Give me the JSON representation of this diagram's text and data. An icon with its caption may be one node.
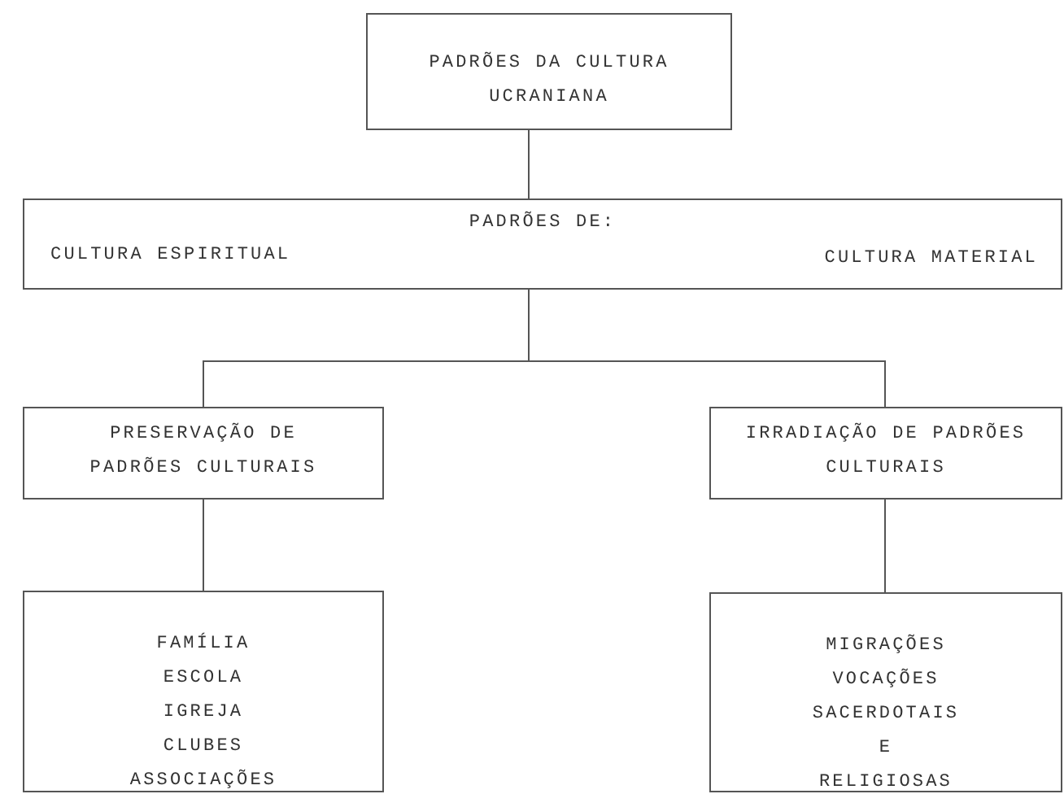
{
  "diagram": {
    "nodes": [
      {
        "text": [
          "PADRÕES DA CULTURA UCRANIANA"
        ]
      },
      {
        "text": [
          "PADRÕES DE:",
          "CULTURA ESPIRITUAL",
          "CULTURA MATERIAL"
        ]
      },
      {
        "text": [
          "PRESERVAÇÃO DE PADRÕES CULTURAIS"
        ]
      },
      {
        "text": [
          "IRRADIAÇÃO DE PADRÕES CULTURAIS"
        ]
      },
      {
        "text": [
          "FAMÍLIA",
          "ESCOLA",
          "IGREJA",
          "CLUBES",
          "ASSOCIAÇÕES"
        ]
      },
      {
        "text": [
          "MIGRAÇÕES",
          "VOCAÇÕES SACERDOTAIS E RELIGIOSAS"
        ]
      }
    ],
    "edges": [
      {
        "from": 0,
        "to": 1,
        "arrow": "none"
      },
      {
        "from": 1,
        "to": 2,
        "arrow": "none"
      },
      {
        "from": 1,
        "to": 3,
        "arrow": "none"
      },
      {
        "from": 2,
        "to": 4,
        "arrow": "none"
      },
      {
        "from": 3,
        "to": 5,
        "arrow": "none"
      }
    ]
  }
}
